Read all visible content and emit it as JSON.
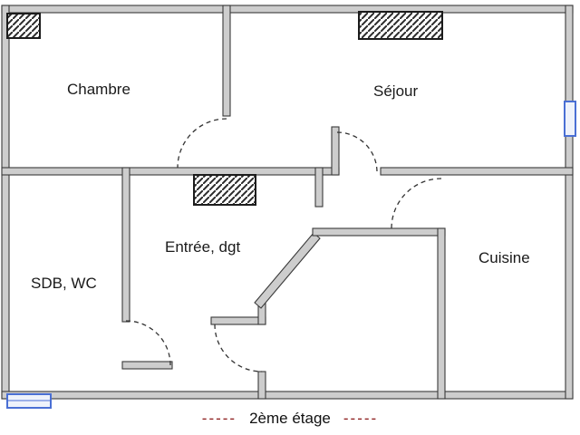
{
  "floorplan": {
    "rooms": {
      "chambre": {
        "label": "Chambre"
      },
      "sejour": {
        "label": "Séjour"
      },
      "entree": {
        "label": "Entrée, dgt"
      },
      "sdb": {
        "label": "SDB, WC"
      },
      "cuisine": {
        "label": "Cuisine"
      }
    },
    "caption": {
      "dash_left": "-----",
      "title": "2ème étage",
      "dash_right": "-----"
    },
    "colors": {
      "wall_fill": "#cdcdcd",
      "wall_stroke": "#3a3a3a",
      "hatch_stroke": "#2b2b2b",
      "door_arc": "#333333",
      "window_blue": "#4a6fd4",
      "caption_dash": "#8b1a1a",
      "caption_text": "#111111"
    }
  }
}
